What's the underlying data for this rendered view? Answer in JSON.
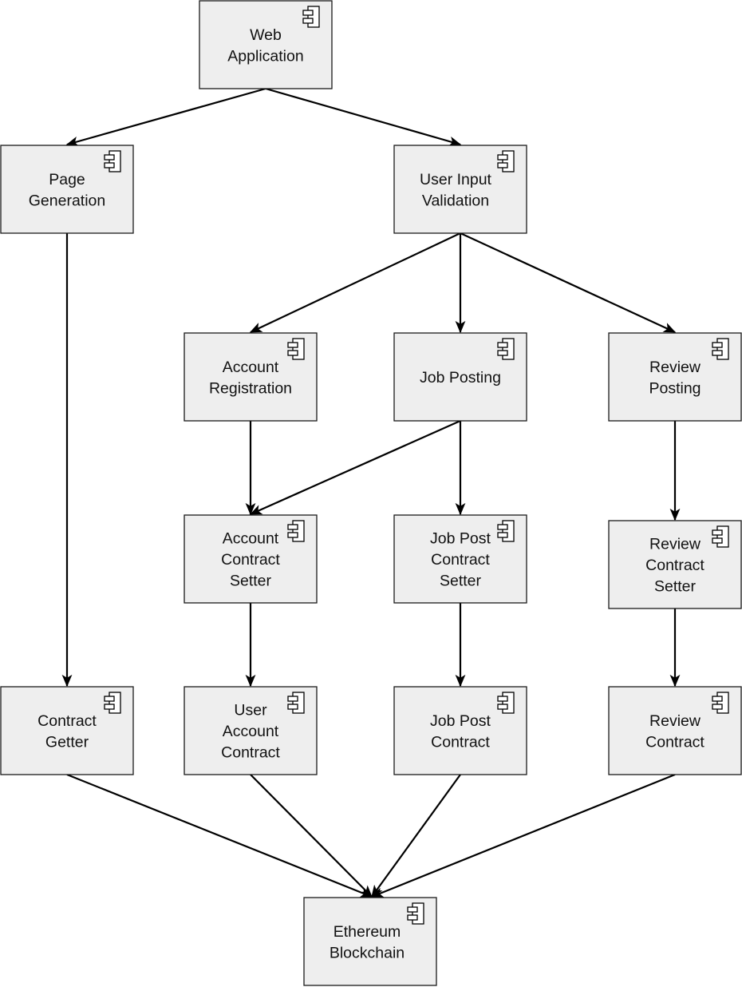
{
  "diagram": {
    "nodes": [
      {
        "id": "web_app",
        "lines": [
          "Web",
          "Application"
        ],
        "icon": "component-icon"
      },
      {
        "id": "page_gen",
        "lines": [
          "Page",
          "Generation"
        ],
        "icon": "component-icon"
      },
      {
        "id": "user_input",
        "lines": [
          "User Input",
          "Validation"
        ],
        "icon": "component-icon"
      },
      {
        "id": "account_reg",
        "lines": [
          "Account",
          "Registration"
        ],
        "icon": "component-icon"
      },
      {
        "id": "job_posting",
        "lines": [
          "Job Posting"
        ],
        "icon": "component-icon"
      },
      {
        "id": "review_posting",
        "lines": [
          "Review",
          "Posting"
        ],
        "icon": "component-icon"
      },
      {
        "id": "account_setter",
        "lines": [
          "Account",
          "Contract",
          "Setter"
        ],
        "icon": "component-icon"
      },
      {
        "id": "jobpost_setter",
        "lines": [
          "Job Post",
          "Contract",
          "Setter"
        ],
        "icon": "component-icon"
      },
      {
        "id": "review_setter",
        "lines": [
          "Review",
          "Contract",
          "Setter"
        ],
        "icon": "component-icon"
      },
      {
        "id": "contract_getter",
        "lines": [
          "Contract",
          "Getter"
        ],
        "icon": "component-icon"
      },
      {
        "id": "user_account_contract",
        "lines": [
          "User",
          "Account",
          "Contract"
        ],
        "icon": "component-icon"
      },
      {
        "id": "jobpost_contract",
        "lines": [
          "Job Post",
          "Contract"
        ],
        "icon": "component-icon"
      },
      {
        "id": "review_contract",
        "lines": [
          "Review",
          "Contract"
        ],
        "icon": "component-icon"
      },
      {
        "id": "ethereum",
        "lines": [
          "Ethereum",
          "Blockchain"
        ],
        "icon": "component-icon"
      }
    ],
    "edges": [
      {
        "from": "web_app",
        "to": "page_gen"
      },
      {
        "from": "web_app",
        "to": "user_input"
      },
      {
        "from": "page_gen",
        "to": "contract_getter"
      },
      {
        "from": "user_input",
        "to": "account_reg"
      },
      {
        "from": "user_input",
        "to": "job_posting"
      },
      {
        "from": "user_input",
        "to": "review_posting"
      },
      {
        "from": "account_reg",
        "to": "account_setter"
      },
      {
        "from": "job_posting",
        "to": "account_setter"
      },
      {
        "from": "job_posting",
        "to": "jobpost_setter"
      },
      {
        "from": "review_posting",
        "to": "review_setter"
      },
      {
        "from": "account_setter",
        "to": "user_account_contract"
      },
      {
        "from": "jobpost_setter",
        "to": "jobpost_contract"
      },
      {
        "from": "review_setter",
        "to": "review_contract"
      },
      {
        "from": "contract_getter",
        "to": "ethereum"
      },
      {
        "from": "user_account_contract",
        "to": "ethereum"
      },
      {
        "from": "jobpost_contract",
        "to": "ethereum"
      },
      {
        "from": "review_contract",
        "to": "ethereum"
      }
    ]
  }
}
